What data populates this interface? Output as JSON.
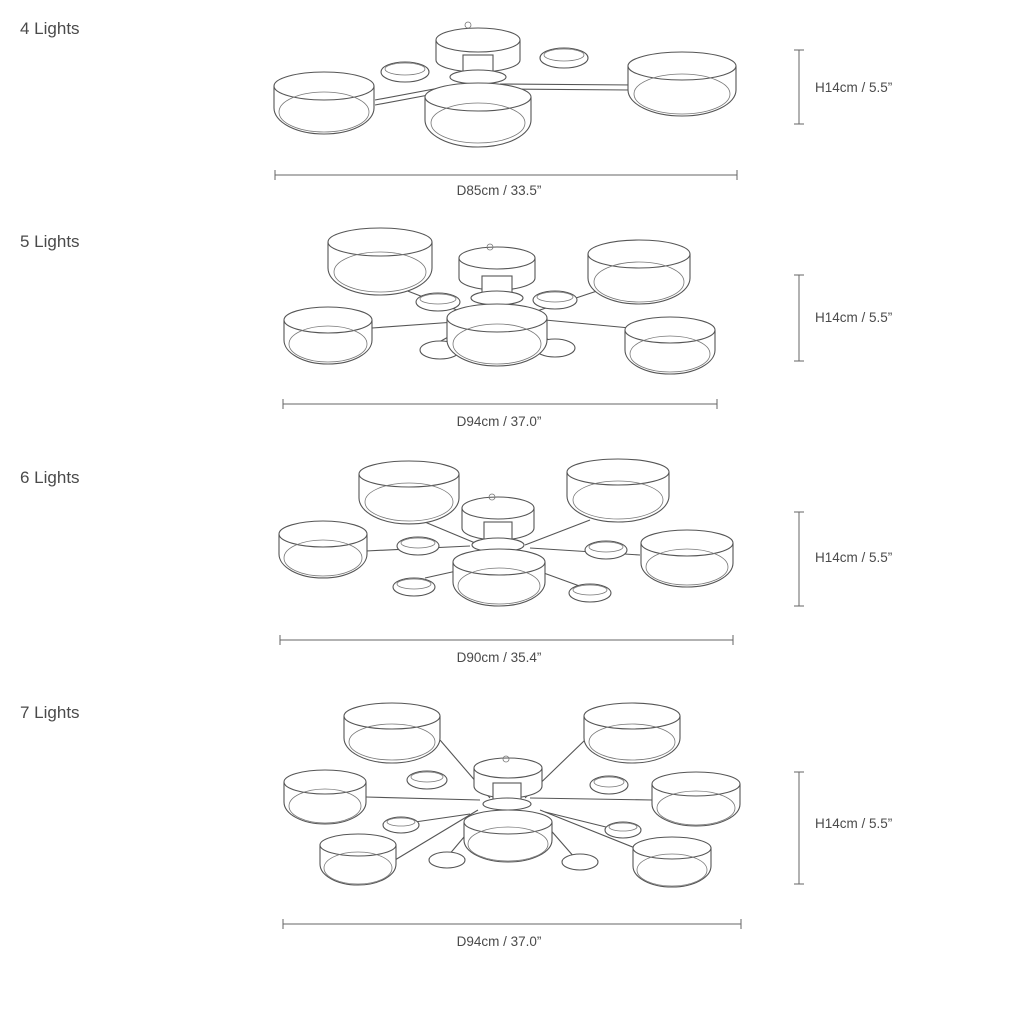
{
  "variants": [
    {
      "id": "4-lights",
      "label": "4 Lights",
      "height_dim": "H14cm / 5.5”",
      "diameter_dim": "D85cm / 33.5”"
    },
    {
      "id": "5-lights",
      "label": "5 Lights",
      "height_dim": "H14cm / 5.5”",
      "diameter_dim": "D94cm / 37.0”"
    },
    {
      "id": "6-lights",
      "label": "6 Lights",
      "height_dim": "H14cm / 5.5”",
      "diameter_dim": "D90cm / 35.4”"
    },
    {
      "id": "7-lights",
      "label": "7 Lights",
      "height_dim": "H14cm / 5.5”",
      "diameter_dim": "D94cm / 37.0”"
    }
  ],
  "colors": {
    "line": "#555555",
    "text": "#4a4a4a",
    "background": "#ffffff"
  }
}
